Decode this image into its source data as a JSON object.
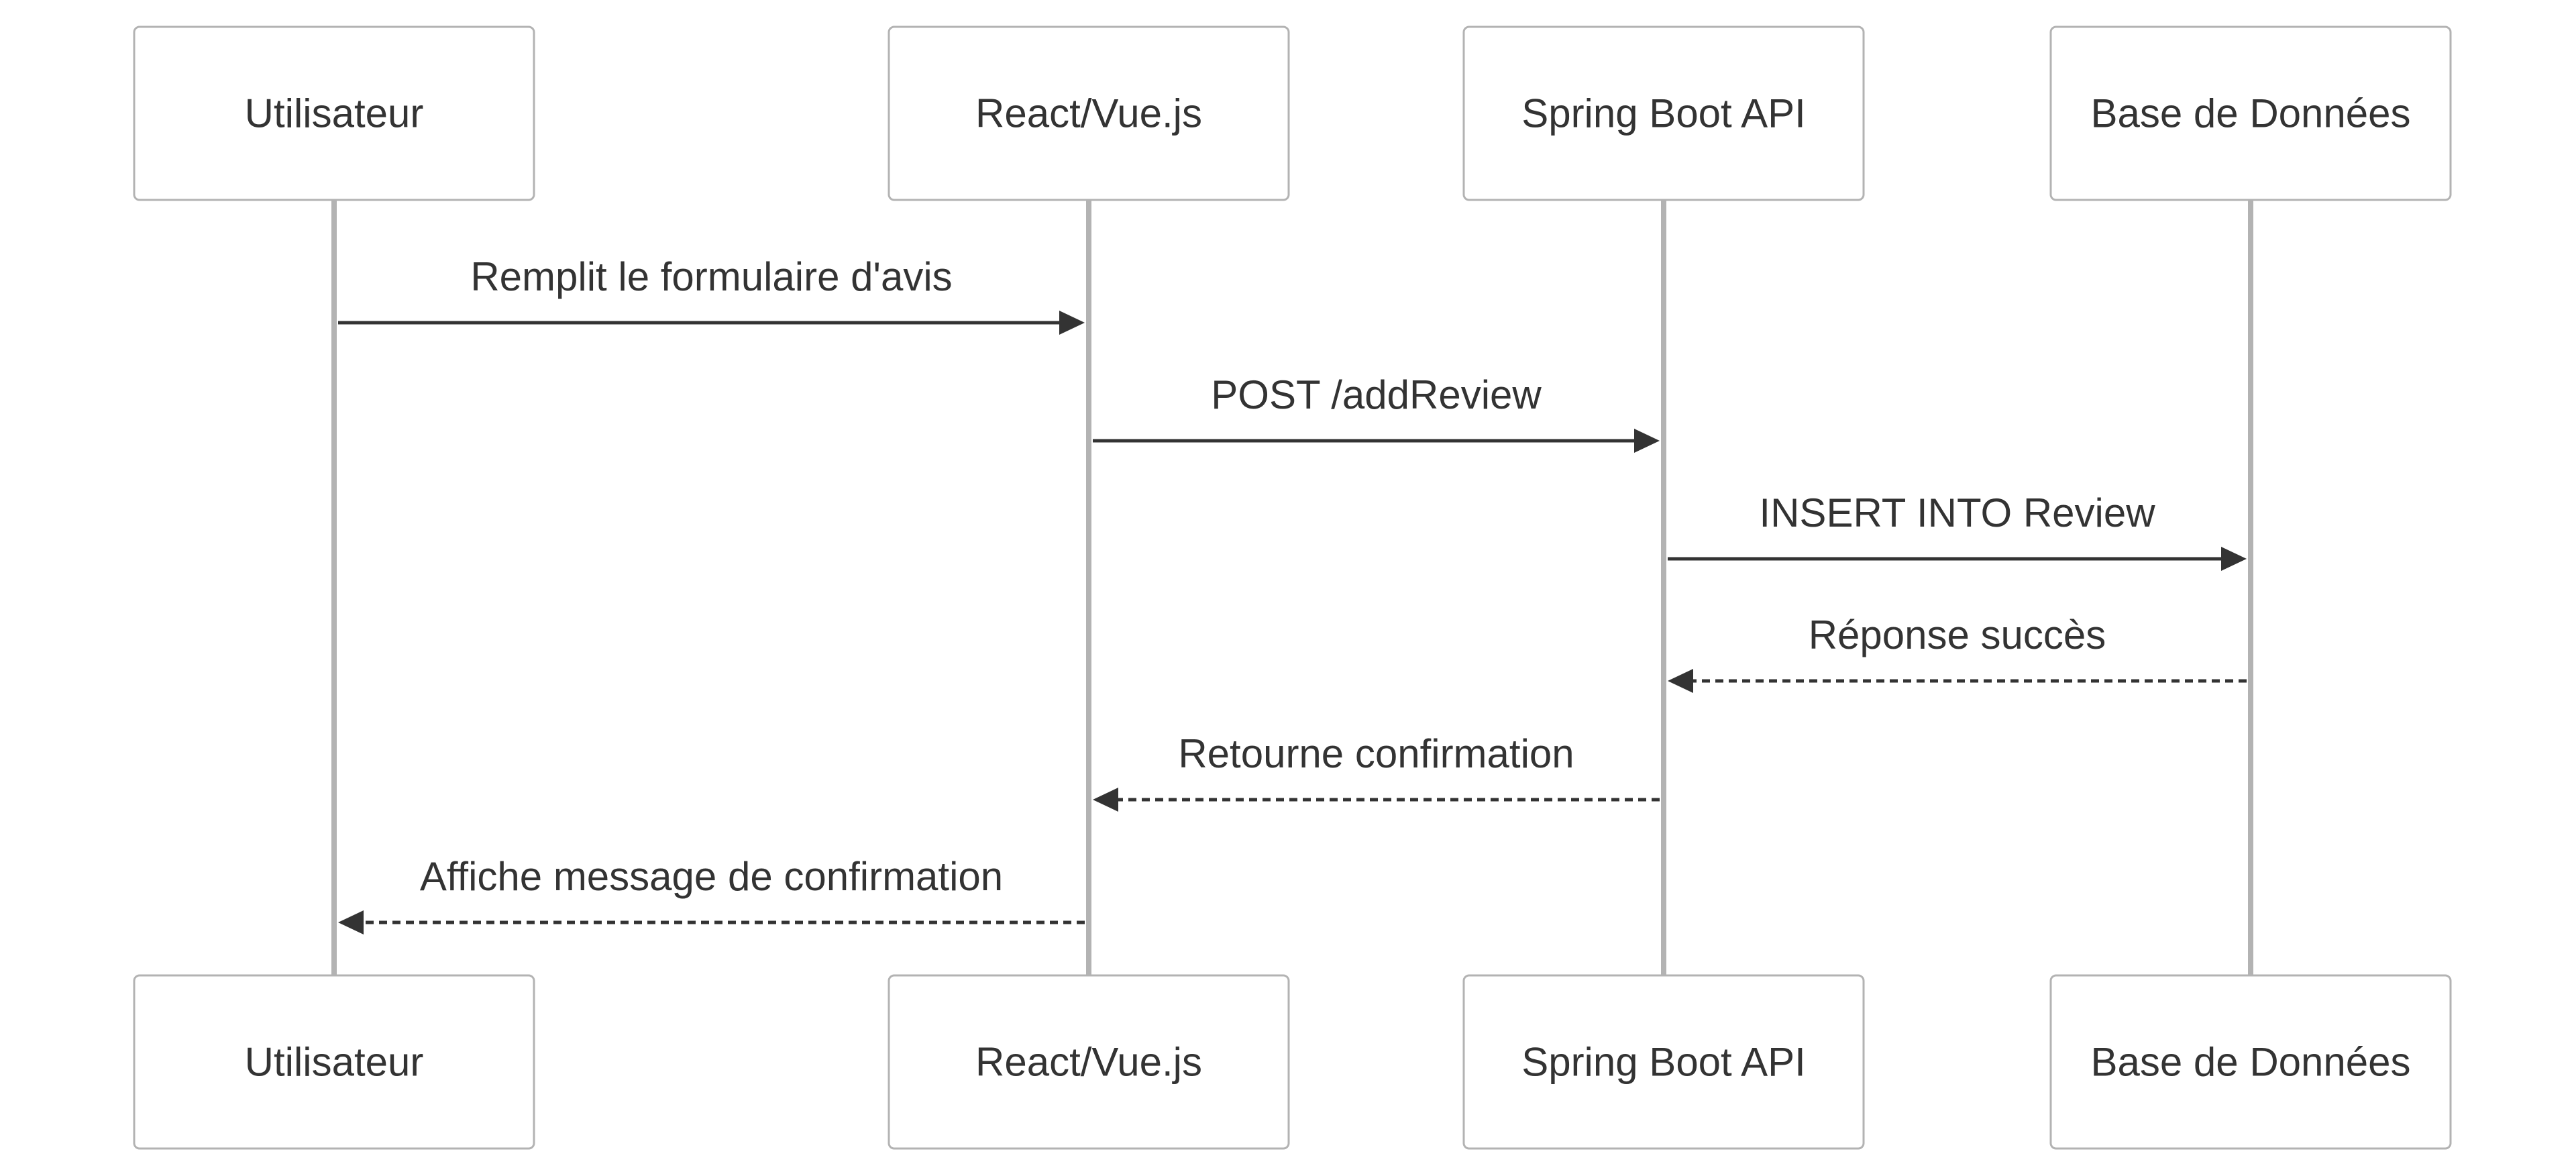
{
  "diagram": {
    "type": "sequence",
    "participants": [
      {
        "id": "user",
        "label": "Utilisateur"
      },
      {
        "id": "frontend",
        "label": "React/Vue.js"
      },
      {
        "id": "api",
        "label": "Spring Boot API"
      },
      {
        "id": "db",
        "label": "Base de Données"
      }
    ],
    "messages": [
      {
        "from": "user",
        "to": "frontend",
        "label": "Remplit le formulaire d'avis",
        "style": "solid"
      },
      {
        "from": "frontend",
        "to": "api",
        "label": "POST /addReview",
        "style": "solid"
      },
      {
        "from": "api",
        "to": "db",
        "label": "INSERT INTO Review",
        "style": "solid"
      },
      {
        "from": "db",
        "to": "api",
        "label": "Réponse succès",
        "style": "dashed"
      },
      {
        "from": "api",
        "to": "frontend",
        "label": "Retourne confirmation",
        "style": "dashed"
      },
      {
        "from": "frontend",
        "to": "user",
        "label": "Affiche message de confirmation",
        "style": "dashed"
      }
    ],
    "colors": {
      "background": "#ffffff",
      "box_border": "#b3b3b3",
      "lifeline": "#b3b3b3",
      "arrow": "#333333",
      "text": "#333333"
    }
  }
}
